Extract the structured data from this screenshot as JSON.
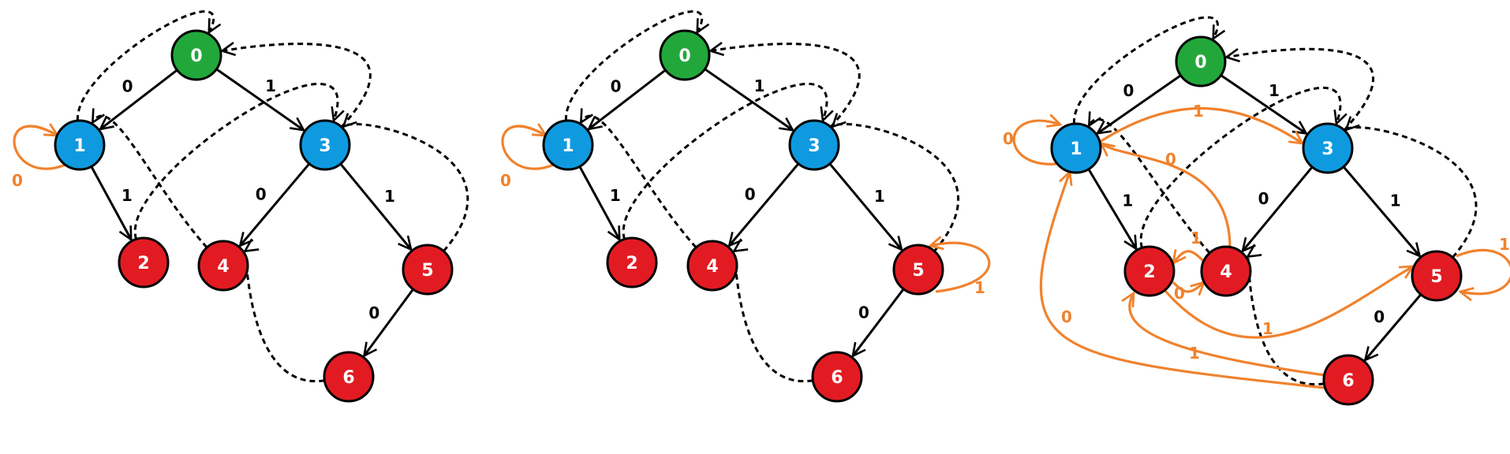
{
  "colors": {
    "green": "#22a83a",
    "blue": "#0f9ae0",
    "red": "#e21b23",
    "edge": "#000000",
    "highlight": "#f0822d",
    "outline": "#000000"
  },
  "diagrams": [
    {
      "id": "trie",
      "nodes": [
        {
          "id": "0",
          "label": "0",
          "color": "green"
        },
        {
          "id": "1",
          "label": "1",
          "color": "blue"
        },
        {
          "id": "3",
          "label": "3",
          "color": "blue"
        },
        {
          "id": "2",
          "label": "2",
          "color": "red"
        },
        {
          "id": "4",
          "label": "4",
          "color": "red"
        },
        {
          "id": "5",
          "label": "5",
          "color": "red"
        },
        {
          "id": "6",
          "label": "6",
          "color": "red"
        }
      ],
      "edges": [
        {
          "from": "0",
          "to": "1",
          "label": "0",
          "style": "solid"
        },
        {
          "from": "0",
          "to": "3",
          "label": "1",
          "style": "solid"
        },
        {
          "from": "1",
          "to": "2",
          "label": "1",
          "style": "solid"
        },
        {
          "from": "3",
          "to": "4",
          "label": "0",
          "style": "solid"
        },
        {
          "from": "3",
          "to": "5",
          "label": "1",
          "style": "solid"
        },
        {
          "from": "5",
          "to": "6",
          "label": "0",
          "style": "solid"
        },
        {
          "from": "1",
          "to": "0",
          "label": "",
          "style": "dashed"
        },
        {
          "from": "3",
          "to": "0",
          "label": "",
          "style": "dashed"
        },
        {
          "from": "2",
          "to": "3",
          "label": "",
          "style": "dashed"
        },
        {
          "from": "4",
          "to": "1",
          "label": "",
          "style": "dashed"
        },
        {
          "from": "5",
          "to": "3",
          "label": "",
          "style": "dashed"
        },
        {
          "from": "6",
          "to": "4",
          "label": "",
          "style": "dashed"
        },
        {
          "from": "1",
          "to": "1",
          "label": "0",
          "style": "orange"
        }
      ]
    },
    {
      "id": "step-2",
      "nodes": [
        {
          "id": "0",
          "label": "0",
          "color": "green"
        },
        {
          "id": "1",
          "label": "1",
          "color": "blue"
        },
        {
          "id": "3",
          "label": "3",
          "color": "blue"
        },
        {
          "id": "2",
          "label": "2",
          "color": "red"
        },
        {
          "id": "4",
          "label": "4",
          "color": "red"
        },
        {
          "id": "5",
          "label": "5",
          "color": "red"
        },
        {
          "id": "6",
          "label": "6",
          "color": "red"
        }
      ],
      "edges": [
        {
          "from": "0",
          "to": "1",
          "label": "0",
          "style": "solid"
        },
        {
          "from": "0",
          "to": "3",
          "label": "1",
          "style": "solid"
        },
        {
          "from": "1",
          "to": "2",
          "label": "1",
          "style": "solid"
        },
        {
          "from": "3",
          "to": "4",
          "label": "0",
          "style": "solid"
        },
        {
          "from": "3",
          "to": "5",
          "label": "1",
          "style": "solid"
        },
        {
          "from": "5",
          "to": "6",
          "label": "0",
          "style": "solid"
        },
        {
          "from": "1",
          "to": "0",
          "label": "",
          "style": "dashed"
        },
        {
          "from": "3",
          "to": "0",
          "label": "",
          "style": "dashed"
        },
        {
          "from": "2",
          "to": "3",
          "label": "",
          "style": "dashed"
        },
        {
          "from": "4",
          "to": "1",
          "label": "",
          "style": "dashed"
        },
        {
          "from": "5",
          "to": "3",
          "label": "",
          "style": "dashed"
        },
        {
          "from": "6",
          "to": "4",
          "label": "",
          "style": "dashed"
        },
        {
          "from": "1",
          "to": "1",
          "label": "0",
          "style": "orange"
        },
        {
          "from": "5",
          "to": "5",
          "label": "1",
          "style": "orange"
        }
      ]
    },
    {
      "id": "automaton",
      "nodes": [
        {
          "id": "0",
          "label": "0",
          "color": "green"
        },
        {
          "id": "1",
          "label": "1",
          "color": "blue"
        },
        {
          "id": "3",
          "label": "3",
          "color": "blue"
        },
        {
          "id": "2",
          "label": "2",
          "color": "red"
        },
        {
          "id": "4",
          "label": "4",
          "color": "red"
        },
        {
          "id": "5",
          "label": "5",
          "color": "red"
        },
        {
          "id": "6",
          "label": "6",
          "color": "red"
        }
      ],
      "edges": [
        {
          "from": "0",
          "to": "1",
          "label": "0",
          "style": "solid"
        },
        {
          "from": "0",
          "to": "3",
          "label": "1",
          "style": "solid"
        },
        {
          "from": "1",
          "to": "2",
          "label": "1",
          "style": "solid"
        },
        {
          "from": "3",
          "to": "4",
          "label": "0",
          "style": "solid"
        },
        {
          "from": "3",
          "to": "5",
          "label": "1",
          "style": "solid"
        },
        {
          "from": "5",
          "to": "6",
          "label": "0",
          "style": "solid"
        },
        {
          "from": "1",
          "to": "0",
          "label": "",
          "style": "dashed"
        },
        {
          "from": "3",
          "to": "0",
          "label": "",
          "style": "dashed"
        },
        {
          "from": "2",
          "to": "3",
          "label": "",
          "style": "dashed"
        },
        {
          "from": "4",
          "to": "1",
          "label": "",
          "style": "dashed"
        },
        {
          "from": "5",
          "to": "3",
          "label": "",
          "style": "dashed"
        },
        {
          "from": "6",
          "to": "4",
          "label": "",
          "style": "dashed"
        },
        {
          "from": "1",
          "to": "1",
          "label": "0",
          "style": "orange"
        },
        {
          "from": "1",
          "to": "3",
          "label": "1",
          "style": "orange"
        },
        {
          "from": "4",
          "to": "1",
          "label": "0",
          "style": "orange"
        },
        {
          "from": "4",
          "to": "2",
          "label": "1",
          "style": "orange"
        },
        {
          "from": "2",
          "to": "4",
          "label": "0",
          "style": "orange"
        },
        {
          "from": "2",
          "to": "5",
          "label": "1",
          "style": "orange"
        },
        {
          "from": "5",
          "to": "5",
          "label": "1",
          "style": "orange"
        },
        {
          "from": "6",
          "to": "1",
          "label": "0",
          "style": "orange"
        },
        {
          "from": "6",
          "to": "2",
          "label": "1",
          "style": "orange"
        }
      ]
    }
  ]
}
